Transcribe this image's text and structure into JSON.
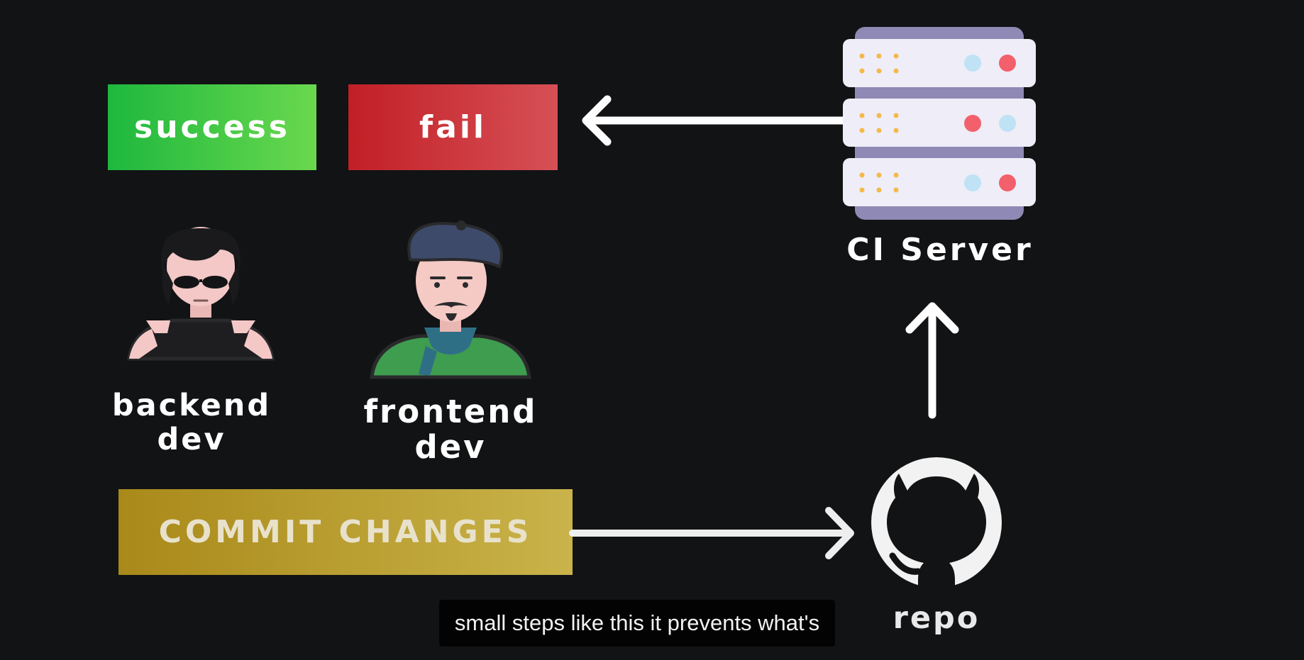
{
  "diagram": {
    "success_label": "success",
    "fail_label": "fail",
    "backend_label_line1": "backend",
    "backend_label_line2": "dev",
    "frontend_label_line1": "frontend",
    "frontend_label_line2": "dev",
    "ci_server_label": "CI Server",
    "repo_label": "repo",
    "commit_label": "COMMIT CHANGES"
  },
  "caption": {
    "text": "small steps like this it prevents what's"
  },
  "icons": {
    "server": "server-rack-icon",
    "github": "github-octocat-icon",
    "backend_dev": "backend-developer-avatar-icon",
    "frontend_dev": "frontend-developer-avatar-icon"
  },
  "colors": {
    "success": "#3cc84a",
    "fail": "#cf3a40",
    "commit": "#b99d33",
    "background": "#111315"
  }
}
